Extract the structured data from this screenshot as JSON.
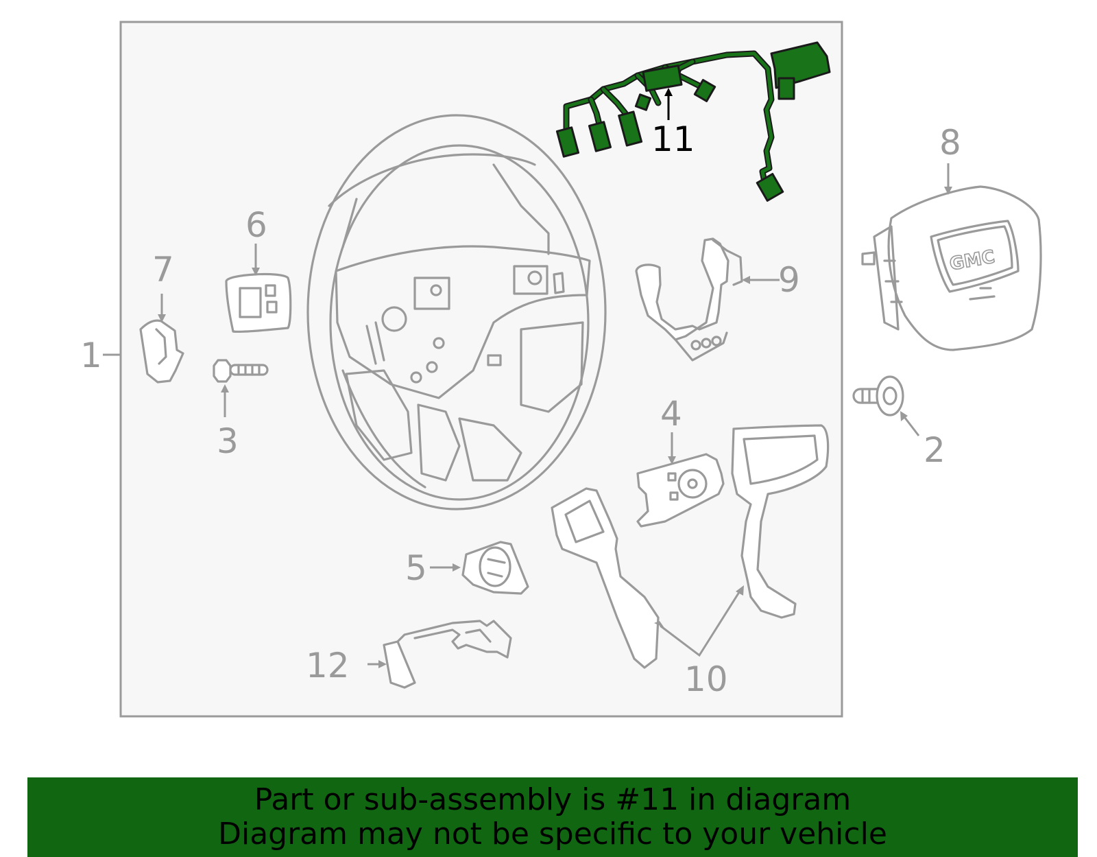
{
  "callouts": {
    "c1": "1",
    "c2": "2",
    "c3": "3",
    "c4": "4",
    "c5": "5",
    "c6": "6",
    "c7": "7",
    "c8": "8",
    "c9": "9",
    "c10": "10",
    "c11": "11",
    "c12": "12"
  },
  "airbag_logo": "GMC",
  "banner": {
    "line1": "Part or sub-assembly is #11 in diagram",
    "line2": "Diagram may not be specific to your vehicle"
  },
  "colors": {
    "highlight": "#197319",
    "banner": "#116611",
    "line": "#9a9a9a"
  }
}
